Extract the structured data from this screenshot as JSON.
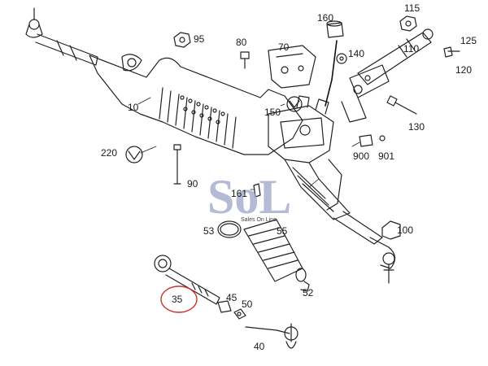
{
  "callouts": {
    "c115": "115",
    "c160": "160",
    "c95": "95",
    "c80": "80",
    "c70": "70",
    "c140": "140",
    "c110": "110",
    "c125": "125",
    "c120": "120",
    "c10": "10",
    "c150": "150",
    "c130": "130",
    "c220": "220",
    "c900": "900",
    "c901": "901",
    "c90": "90",
    "c161": "161",
    "c53": "53",
    "c55": "55",
    "c100": "100",
    "c52": "52",
    "c35": "35",
    "c45": "45",
    "c50": "50",
    "c40": "40"
  },
  "watermark": {
    "logo": "SoL",
    "tagline": "Sales On Line"
  },
  "colors": {
    "line": "#222222",
    "highlight_circle": "#d0302c",
    "watermark": "#9aa5c8"
  }
}
